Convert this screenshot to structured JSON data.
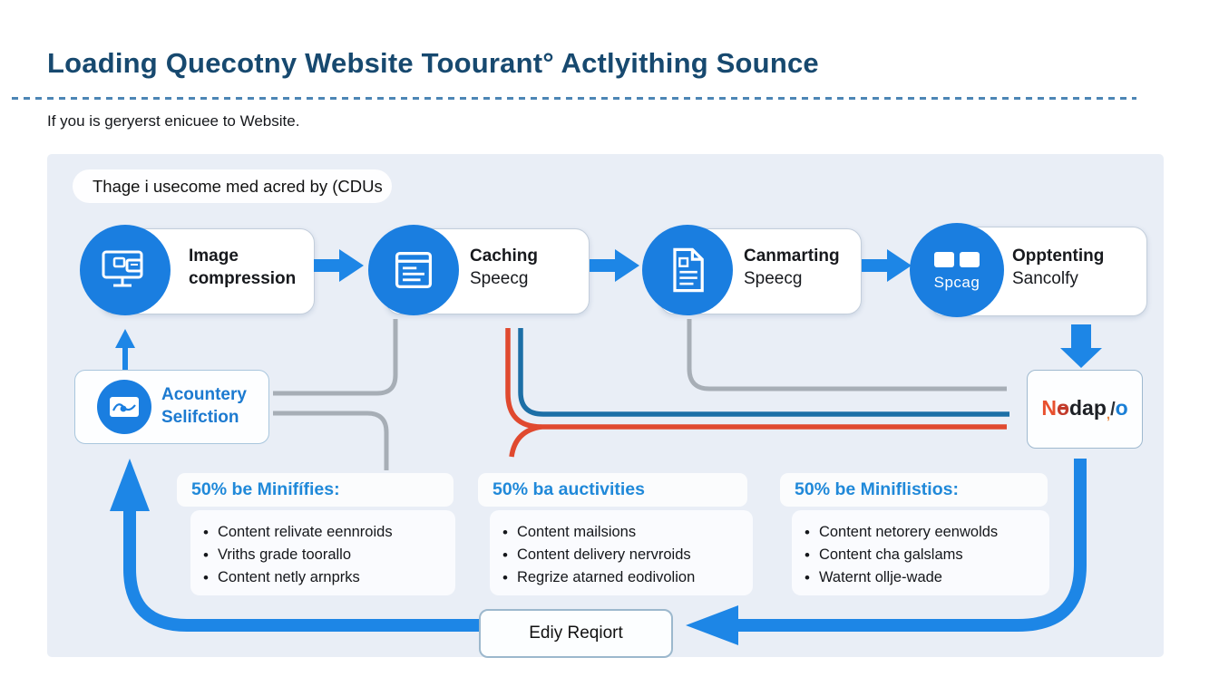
{
  "colors": {
    "accent_blue": "#1d86e6",
    "circle_blue": "#1a7ee0",
    "steel_blue_line": "#1c6fa6",
    "red_line": "#e0492f",
    "gray_line": "#a7aeb6",
    "panel_bg": "#e9eef6",
    "title_text": "#17496f",
    "list_header_text": "#2089d9",
    "side_box_text": "#1c7ad0"
  },
  "header": {
    "title": "Loading Quecotny Website Toourant° Actlyithing Sounce",
    "subtitle": "If you is geryerst enicuee to Website."
  },
  "diagram": {
    "banner": "Thage i usecome med acred by (CDUs",
    "nodes": [
      {
        "title": "Image",
        "subtitle": "compression"
      },
      {
        "title": "Caching",
        "subtitle": "Speecg"
      },
      {
        "title": "Canmarting",
        "subtitle": "Speecg"
      },
      {
        "title": "Opptenting",
        "subtitle": "Sancolfy",
        "icon_label": "Spcag"
      }
    ],
    "side_box": {
      "line1": "Acountery",
      "line2": "Selifction"
    },
    "logo": {
      "parts": [
        "N",
        "o",
        "dap",
        ",",
        "/",
        "o"
      ]
    },
    "lists": [
      {
        "header": "50% be Minifífies:",
        "items": [
          "Content relivate eennroids",
          "Vriths grade toorallo",
          "Content netly arnprks"
        ]
      },
      {
        "header": "50% ba auctivities",
        "items": [
          "Content mailsions",
          "Content delivery nervroids",
          "Regrize atarned eodivolion"
        ]
      },
      {
        "header": "50% be Miniflistios:",
        "items": [
          "Content netorery eenwolds",
          "Content cha galslams",
          "Waternt ollje-wade"
        ]
      }
    ],
    "report_box": "Ediy Reqiort"
  }
}
